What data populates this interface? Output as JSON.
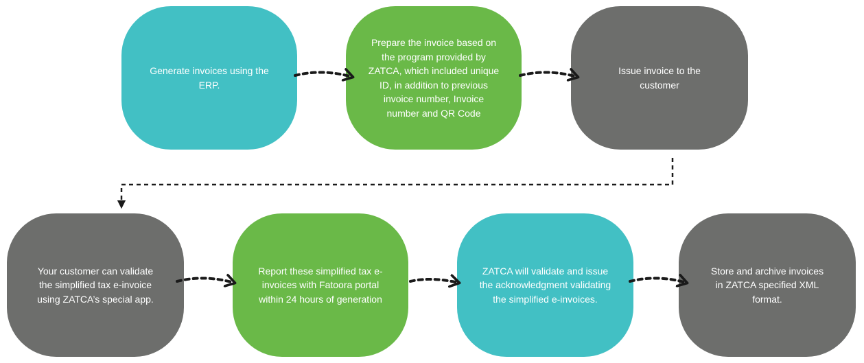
{
  "colors": {
    "teal": "#42c0c4",
    "green": "#6ab948",
    "gray": "#6d6e6c",
    "arrow": "#1a1a1a"
  },
  "steps": [
    {
      "text": "Generate invoices using the ERP.",
      "color": "teal"
    },
    {
      "text": "Prepare the invoice based on the program provided by ZATCA, which included unique ID, in addition to previous invoice number, Invoice number and QR Code",
      "color": "green"
    },
    {
      "text": "Issue invoice to the customer",
      "color": "gray"
    },
    {
      "text": "Your customer can validate the simplified tax e-invoice using ZATCA’s special app.",
      "color": "gray"
    },
    {
      "text": "Report these simplified tax e-invoices with Fatoora portal within 24 hours of generation",
      "color": "green"
    },
    {
      "text": "ZATCA will validate and issue the acknowledgment validating the simplified e-invoices.",
      "color": "teal"
    },
    {
      "text": "Store and archive invoices in ZATCA specified XML format.",
      "color": "gray"
    }
  ]
}
